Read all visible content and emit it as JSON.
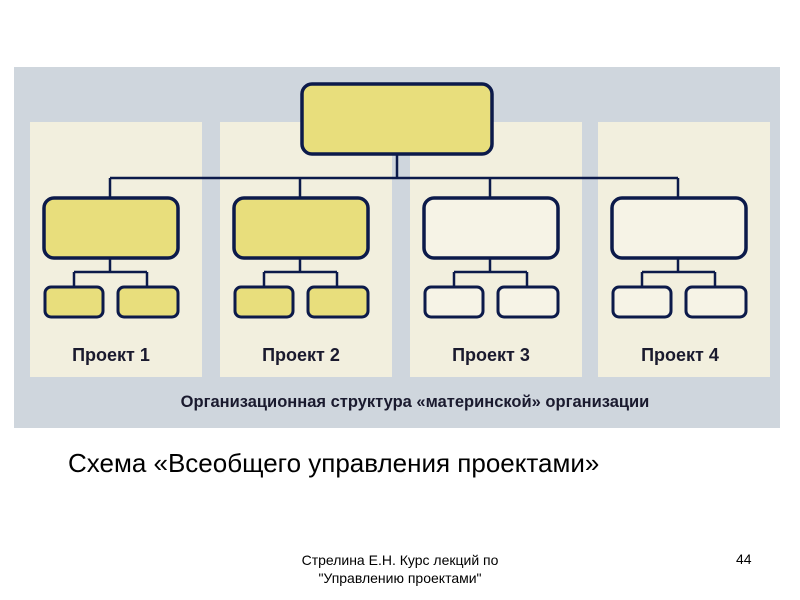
{
  "diagram": {
    "root_label": "",
    "projects": [
      {
        "label": "Проект 1",
        "filled": true
      },
      {
        "label": "Проект 2",
        "filled": true
      },
      {
        "label": "Проект 3",
        "filled": false
      },
      {
        "label": "Проект 4",
        "filled": false
      }
    ],
    "figure_caption": "Организационная структура «материнской» организации",
    "colors": {
      "background": "#cfd6dd",
      "panel": "#f2efde",
      "box_fill_yellow": "#e8de7c",
      "box_fill_empty": "#f6f3e6",
      "stroke": "#0c1a4a"
    }
  },
  "caption": "Схема «Всеобщего управления проектами»",
  "footer": {
    "line1": "Стрелина Е.Н. Курс лекций по",
    "line2": "\"Управлению проектами\""
  },
  "page_number": "44"
}
